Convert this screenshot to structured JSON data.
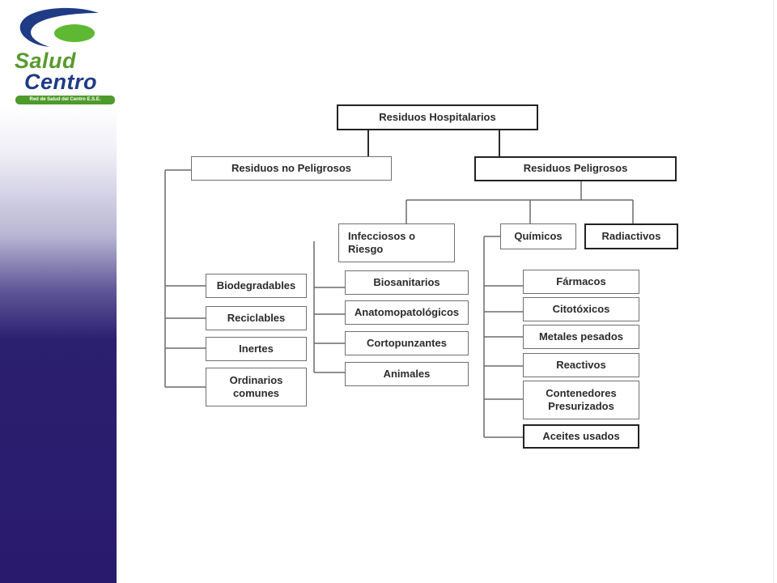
{
  "logo": {
    "line1": "Salud",
    "line2": "Centro",
    "tagline": "Red de Salud del Centro E.S.E."
  },
  "colors": {
    "band_dark": "#2a1a6d",
    "logo_green": "#5a9a2e",
    "logo_blue": "#1f3b86"
  },
  "diagram": {
    "root": "Residuos Hospitalarios",
    "no_peligrosos": {
      "title": "Residuos no Peligrosos",
      "items": [
        "Biodegradables",
        "Reciclables",
        "Inertes",
        "Ordinarios comunes"
      ]
    },
    "peligrosos": {
      "title": "Residuos Peligrosos",
      "infecciosos": {
        "title": "Infecciosos o Riesgo",
        "items": [
          "Biosanitarios",
          "Anatomopatológicos",
          "Cortopunzantes",
          "Animales"
        ]
      },
      "quimicos": {
        "title": "Químicos",
        "items": [
          "Fármacos",
          "Citotóxicos",
          "Metales pesados",
          "Reactivos",
          "Contenedores Presurizados",
          "Aceites usados"
        ]
      },
      "radiactivos": "Radiactivos"
    }
  }
}
